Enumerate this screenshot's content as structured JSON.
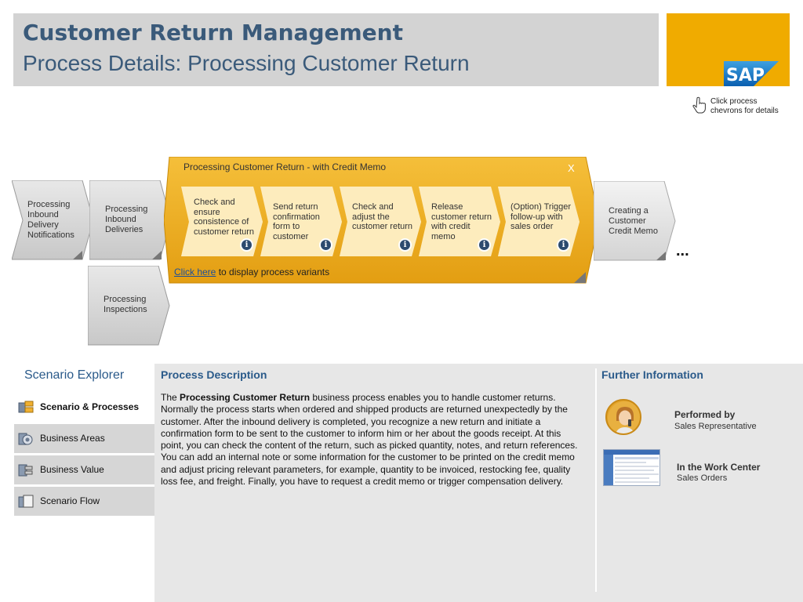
{
  "header": {
    "title": "Customer Return Management",
    "subtitle": "Process Details: Processing Customer Return"
  },
  "logo": {
    "text": "SAP"
  },
  "hint": {
    "icon": "hand-pointer-icon",
    "text": "Click process chevrons for details"
  },
  "flow": {
    "chevrons": [
      {
        "label": "Processing Inbound Delivery Notifications"
      },
      {
        "label": "Processing Inbound Deliveries"
      },
      {
        "label": "Processing Inspections"
      },
      {
        "label": "Creating a Customer Credit Memo"
      }
    ],
    "panel": {
      "title": "Processing Customer Return - with Credit Memo",
      "close_label": "X",
      "link_text": "Click here",
      "link_suffix": " to display process variants",
      "steps": [
        {
          "label": "Check and ensure consistence of customer return",
          "info": "i"
        },
        {
          "label": "Send return confirmation form to customer",
          "info": "i"
        },
        {
          "label": "Check and adjust the customer return",
          "info": "i"
        },
        {
          "label": "Release customer return with credit memo",
          "info": "i"
        },
        {
          "label": "(Option) Trigger follow-up with sales order",
          "info": "i"
        }
      ]
    },
    "more": "..."
  },
  "explorer": {
    "title": "Scenario Explorer",
    "items": [
      {
        "label": "Scenario & Processes",
        "icon": "scenario-processes-icon",
        "active": true
      },
      {
        "label": "Business Areas",
        "icon": "business-areas-icon",
        "active": false
      },
      {
        "label": "Business Value",
        "icon": "business-value-icon",
        "active": false
      },
      {
        "label": "Scenario Flow",
        "icon": "scenario-flow-icon",
        "active": false
      }
    ]
  },
  "description": {
    "title": "Process Description",
    "lead": "The ",
    "bold": "Processing Customer Return",
    "body": " business process enables you to handle customer returns. Normally the process starts when ordered and shipped products are returned unexpectedly by the customer. After the inbound delivery is completed, you recognize a new return and initiate a confirmation form to be sent to the customer to inform him or her about the goods receipt. At this point, you can check the content of the return, such as picked quantity, notes, and return references. You can add an internal note or some information for the customer to be printed on the credit memo and adjust pricing relevant parameters, for example, quantity to be invoiced, restocking fee, quality loss fee, and freight. Finally, you have to request a credit memo or trigger compensation delivery."
  },
  "further": {
    "title": "Further Information",
    "performed_by_label": "Performed by",
    "performed_by_value": "Sales Representative",
    "work_center_label": "In the Work Center",
    "work_center_value": "Sales Orders"
  },
  "colors": {
    "brand_gold": "#f0ab00",
    "title_blue": "#3a5a7a",
    "panel_gold": "#e8a520",
    "chevron_gray": "#d0d0d0"
  }
}
